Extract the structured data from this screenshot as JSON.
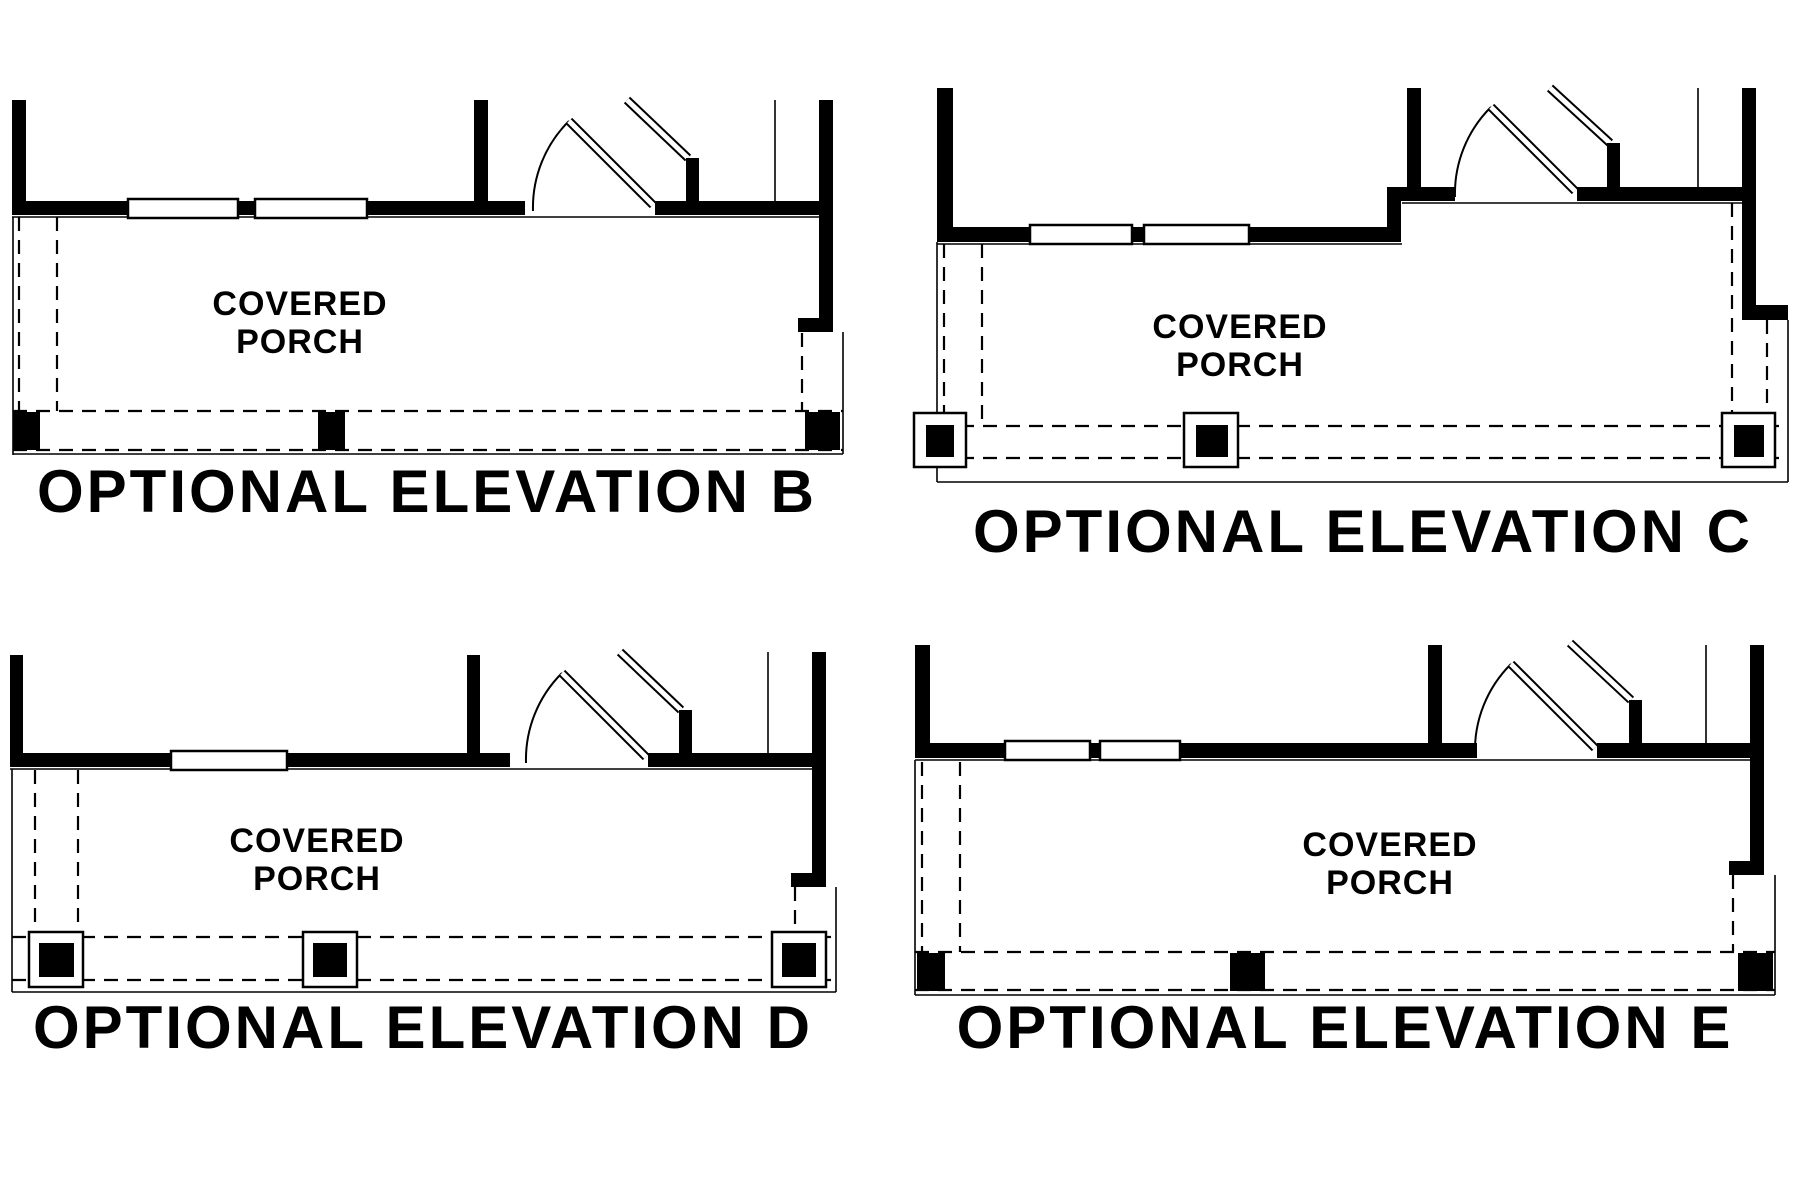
{
  "colors": {
    "ink": "#000000",
    "paper": "#ffffff"
  },
  "plans": [
    {
      "id": "B",
      "title": "OPTIONAL ELEVATION B",
      "porch_label_line1": "COVERED",
      "porch_label_line2": "PORCH"
    },
    {
      "id": "C",
      "title": "OPTIONAL ELEVATION C",
      "porch_label_line1": "COVERED",
      "porch_label_line2": "PORCH"
    },
    {
      "id": "D",
      "title": "OPTIONAL ELEVATION D",
      "porch_label_line1": "COVERED",
      "porch_label_line2": "PORCH"
    },
    {
      "id": "E",
      "title": "OPTIONAL ELEVATION E",
      "porch_label_line1": "COVERED",
      "porch_label_line2": "PORCH"
    }
  ]
}
